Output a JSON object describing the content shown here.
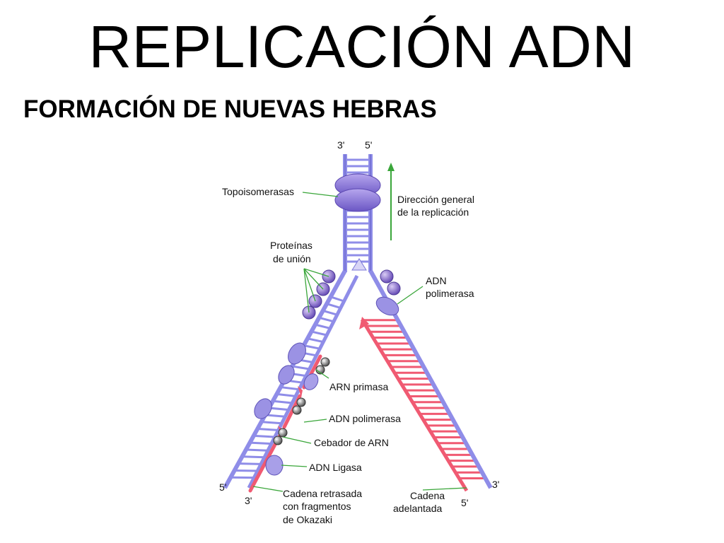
{
  "title": "REPLICACIÓN ADN",
  "subtitle": "FORMACIÓN DE NUEVAS HEBRAS",
  "diagram": {
    "ends": {
      "top_left": "3'",
      "top_right": "5'",
      "bottom_left_outer": "5'",
      "bottom_left_inner": "3'",
      "bottom_right_outer": "3'",
      "bottom_right_inner": "5'"
    },
    "labels": {
      "topoisomerasas": "Topoisomerasas",
      "direccion_1": "Dirección general",
      "direccion_2": "de la replicación",
      "proteinas_1": "Proteínas",
      "proteinas_2": "de unión",
      "adn_pol_top_1": "ADN",
      "adn_pol_top_2": "polimerasa",
      "arn_primasa": "ARN primasa",
      "adn_polimerasa": "ADN polimerasa",
      "cebador": "Cebador de ARN",
      "ligasa": "ADN Ligasa",
      "retrasada_1": "Cadena retrasada",
      "retrasada_2": "con fragmentos",
      "retrasada_3": "de Okazaki",
      "adelantada_1": "Cadena",
      "adelantada_2": "adelantada"
    },
    "colors": {
      "template_strand": "#8f8de8",
      "new_strand": "#f05a72",
      "protein": "#9b7fd6",
      "arrow": "#3aa63a"
    }
  }
}
